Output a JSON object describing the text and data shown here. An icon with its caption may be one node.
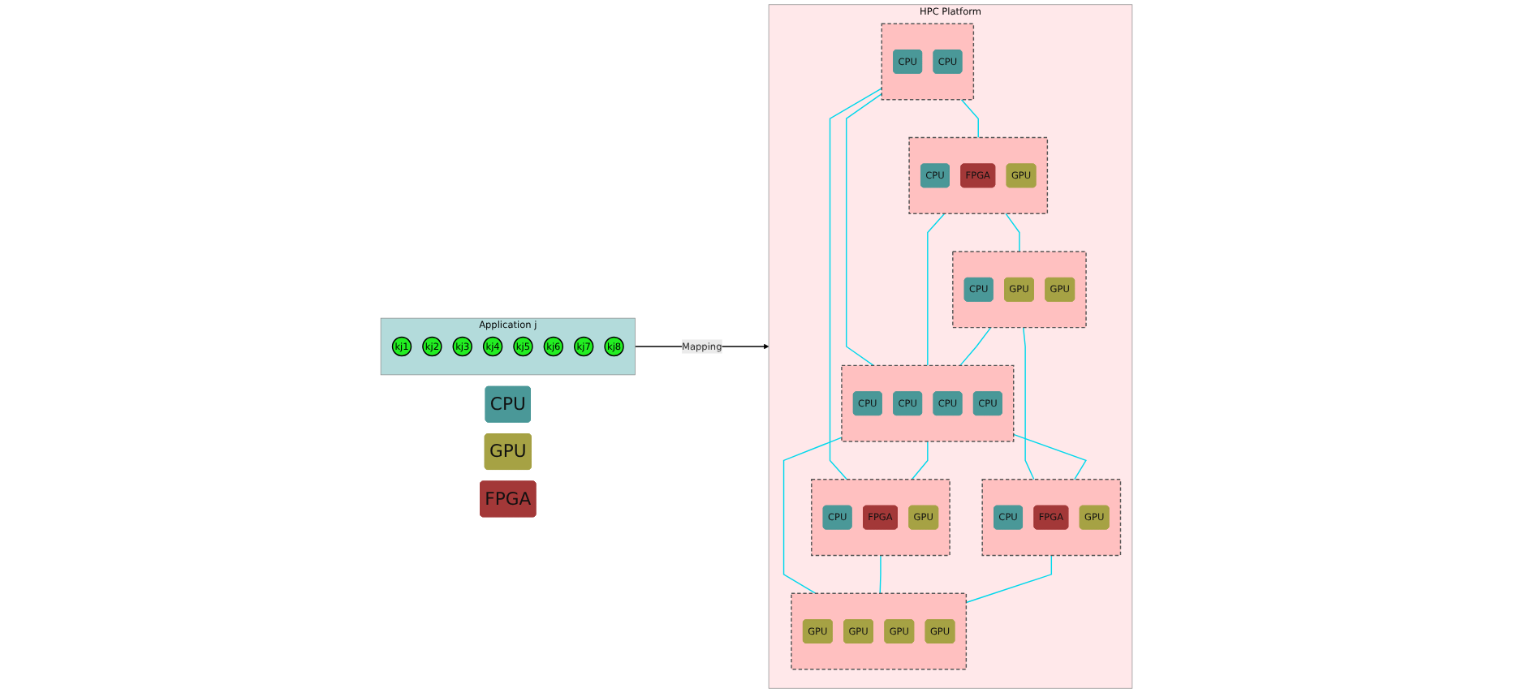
{
  "diagram": {
    "nodes": [
      {
        "text": [
          "Application j"
        ]
      },
      {
        "text": [
          "kj1"
        ],
        "in": 0
      },
      {
        "text": [
          "kj2"
        ],
        "in": 0
      },
      {
        "text": [
          "kj3"
        ],
        "in": 0
      },
      {
        "text": [
          "kj4"
        ],
        "in": 0
      },
      {
        "text": [
          "kj5"
        ],
        "in": 0
      },
      {
        "text": [
          "kj6"
        ],
        "in": 0
      },
      {
        "text": [
          "kj7"
        ],
        "in": 0
      },
      {
        "text": [
          "kj8"
        ],
        "in": 0
      },
      {
        "text": [
          "HPC Platform"
        ]
      },
      {
        "text": [],
        "shape": "box",
        "in": 9
      },
      {
        "text": [],
        "shape": "box",
        "in": 9
      },
      {
        "text": [],
        "shape": "box",
        "in": 9
      },
      {
        "text": [],
        "shape": "box",
        "in": 9
      },
      {
        "text": [],
        "shape": "box",
        "in": 9
      },
      {
        "text": [],
        "shape": "box",
        "in": 9
      },
      {
        "text": [],
        "shape": "box",
        "in": 9
      },
      {
        "text": [
          "CPU"
        ],
        "in": 10
      },
      {
        "text": [
          "FPGA"
        ],
        "in": 10
      },
      {
        "text": [
          "GPU"
        ],
        "in": 10
      },
      {
        "text": [
          "CPU"
        ],
        "in": 11
      },
      {
        "text": [
          "CPU"
        ],
        "in": 11
      },
      {
        "text": [
          "CPU"
        ],
        "in": 12
      },
      {
        "text": [
          "GPU"
        ],
        "in": 12
      },
      {
        "text": [
          "GPU"
        ],
        "in": 12
      },
      {
        "text": [
          "CPU"
        ],
        "in": 13
      },
      {
        "text": [
          "CPU"
        ],
        "in": 13
      },
      {
        "text": [
          "CPU"
        ],
        "in": 13
      },
      {
        "text": [
          "CPU"
        ],
        "in": 13
      },
      {
        "text": [
          "CPU"
        ],
        "in": 14
      },
      {
        "text": [
          "FPGA"
        ],
        "in": 14
      },
      {
        "text": [
          "GPU"
        ],
        "in": 14
      },
      {
        "text": [
          "CPU"
        ],
        "in": 15
      },
      {
        "text": [
          "FPGA"
        ],
        "in": 15
      },
      {
        "text": [
          "GPU"
        ],
        "in": 15
      },
      {
        "text": [
          "GPU"
        ],
        "in": 16
      },
      {
        "text": [
          "GPU"
        ],
        "in": 16
      },
      {
        "text": [
          "GPU"
        ],
        "in": 16
      },
      {
        "text": [
          "GPU"
        ],
        "in": 16
      },
      {
        "text": [
          "CPU"
        ]
      },
      {
        "text": [
          "GPU"
        ]
      },
      {
        "text": [
          "FPGA"
        ]
      }
    ],
    "edges": [
      {
        "from": 0,
        "to": 9,
        "arrow": "to",
        "label": "Mapping",
        "color": "#000000"
      },
      {
        "from": 11,
        "to": 10,
        "arrow": "none"
      },
      {
        "from": 11,
        "to": 13,
        "arrow": "none"
      },
      {
        "from": 11,
        "to": 14,
        "arrow": "none"
      },
      {
        "from": 10,
        "to": 13,
        "arrow": "none"
      },
      {
        "from": 10,
        "to": 12,
        "arrow": "none"
      },
      {
        "from": 12,
        "to": 13,
        "arrow": "none"
      },
      {
        "from": 12,
        "to": 15,
        "arrow": "none"
      },
      {
        "from": 13,
        "to": 14,
        "arrow": "none"
      },
      {
        "from": 13,
        "to": 16,
        "arrow": "none"
      },
      {
        "from": 13,
        "to": 15,
        "arrow": "none"
      },
      {
        "from": 14,
        "to": 16,
        "arrow": "none"
      },
      {
        "from": 15,
        "to": 16,
        "arrow": "none"
      }
    ]
  }
}
